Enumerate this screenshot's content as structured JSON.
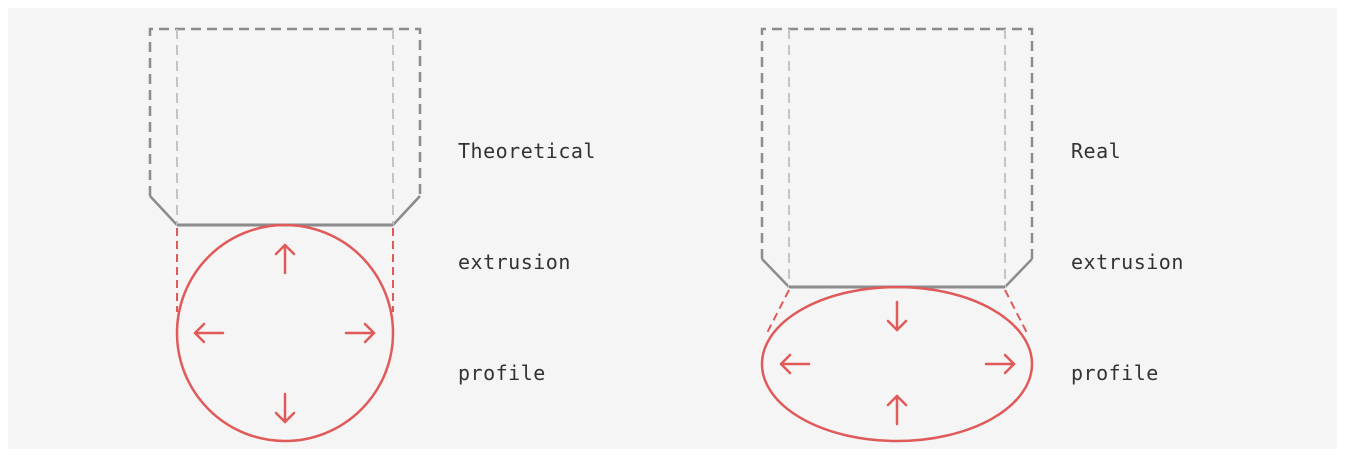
{
  "colors": {
    "background": "#f5f5f5",
    "nozzle": "#8c8c8c",
    "nozzle_inner": "#c4c4c4",
    "extrusion": "#e05a5a",
    "text": "#333333"
  },
  "diagrams": [
    {
      "id": "theoretical",
      "label_lines": [
        "Theoretical",
        "extrusion",
        "profile"
      ],
      "profile_shape": "circle",
      "arrows": [
        "up",
        "down",
        "left",
        "right"
      ],
      "arrows_direction": "outward"
    },
    {
      "id": "real",
      "label_lines": [
        "Real",
        "extrusion",
        "profile"
      ],
      "profile_shape": "ellipse",
      "arrows": [
        "down",
        "up",
        "left",
        "right"
      ],
      "arrows_direction": "vertical-inward-horizontal-outward"
    }
  ]
}
